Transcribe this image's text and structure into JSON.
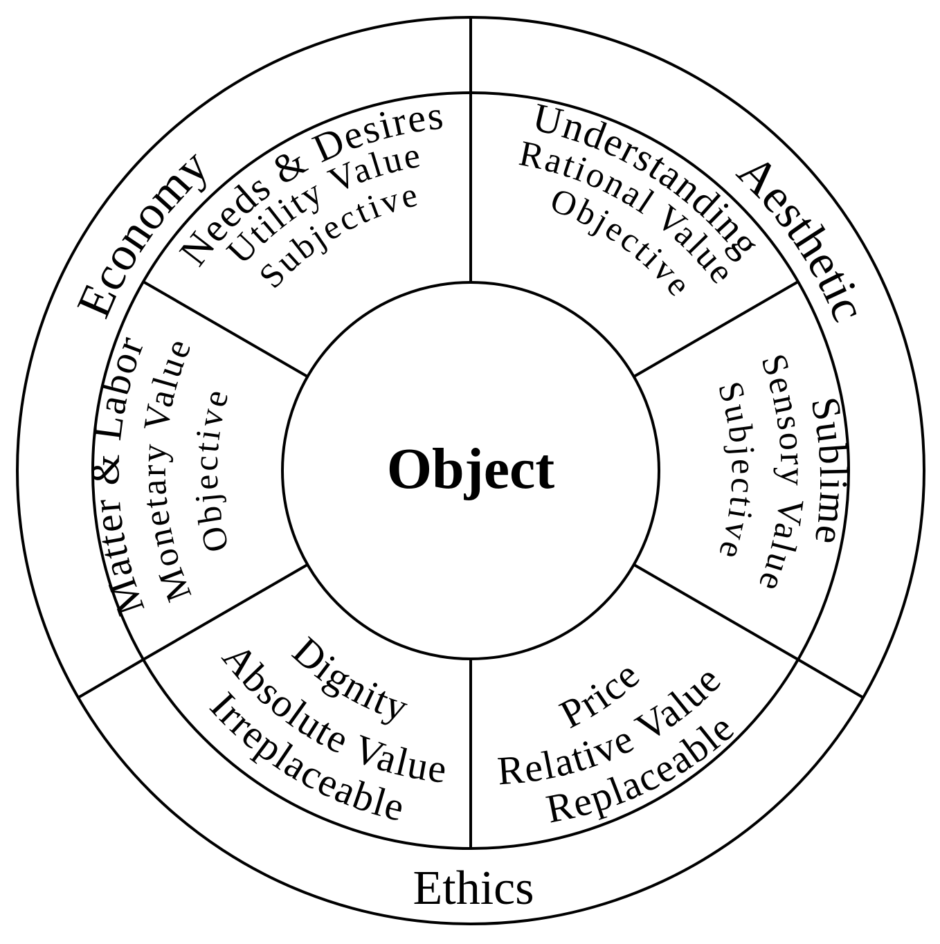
{
  "center": {
    "label": "Object"
  },
  "domains": {
    "economy": "Economy",
    "aesthetic": "Aesthetic",
    "ethics": "Ethics"
  },
  "segments": {
    "needs": {
      "line1": "Needs & Desires",
      "line2": "Utility Value",
      "line3": "Subjective"
    },
    "under": {
      "line1": "Understanding",
      "line2": "Rational Value",
      "line3": "Objective"
    },
    "sublime": {
      "line1": "Sublime",
      "line2": "Sensory Value",
      "line3": "Subjective"
    },
    "price": {
      "line1": "Price",
      "line2": "Relative Value",
      "line3": "Replaceable"
    },
    "dignity": {
      "line1": "Dignity",
      "line2": "Absolute Value",
      "line3": "Irreplaceable"
    },
    "matter": {
      "line1": "Matter & Labor",
      "line2": "Monetary Value",
      "line3": "Objective"
    }
  }
}
